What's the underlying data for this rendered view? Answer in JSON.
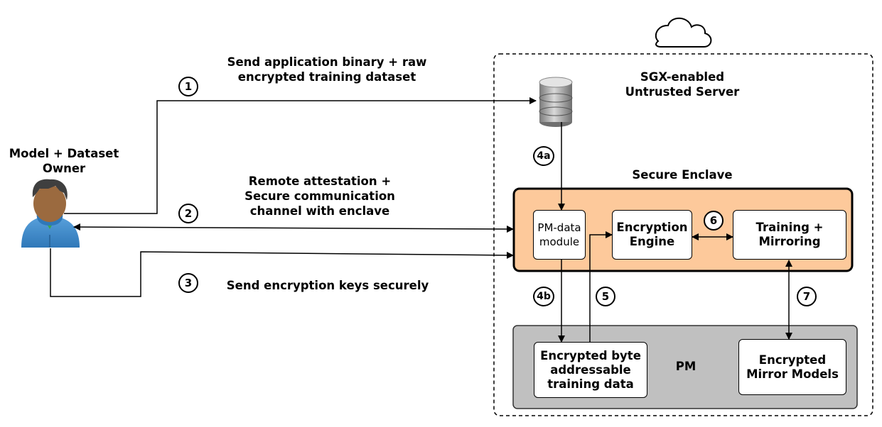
{
  "owner": {
    "label": "Model + Dataset\nOwner",
    "icon": "user-avatar-icon"
  },
  "server": {
    "label": "SGX-enabled\nUntrusted Server",
    "cloud_icon": "cloud-icon",
    "storage_icon": "database-icon"
  },
  "enclave": {
    "label": "Secure Enclave",
    "fill": "#fdc99b"
  },
  "pm": {
    "label": "PM",
    "fill": "#c0c0c0"
  },
  "boxes": {
    "pm_data_module": "PM-data\nmodule",
    "encryption_engine": "Encryption\nEngine",
    "training_mirroring": "Training +\nMirroring",
    "encrypted_data": "Encrypted byte\naddressable\ntraining data",
    "mirror_models": "Encrypted\nMirror Models"
  },
  "steps": {
    "s1": {
      "num": "1",
      "label": "Send application binary + raw\nencrypted training dataset"
    },
    "s2": {
      "num": "2",
      "label": "Remote attestation +\nSecure communication\nchannel with enclave"
    },
    "s3": {
      "num": "3",
      "label": "Send encryption keys securely"
    },
    "s4a": {
      "num": "4a"
    },
    "s4b": {
      "num": "4b"
    },
    "s5": {
      "num": "5"
    },
    "s6": {
      "num": "6"
    },
    "s7": {
      "num": "7"
    }
  }
}
